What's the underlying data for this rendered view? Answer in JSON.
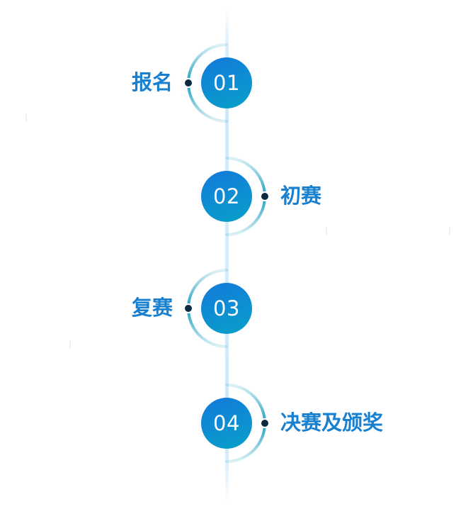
{
  "steps": [
    {
      "number": "01",
      "label": "报名"
    },
    {
      "number": "02",
      "label": "初赛"
    },
    {
      "number": "03",
      "label": "复赛"
    },
    {
      "number": "04",
      "label": "决赛及颁奖"
    }
  ],
  "colors": {
    "label": "#1980d0",
    "circle_top": "#1479d8",
    "circle_bottom": "#08a1c7",
    "arc": "#1a9fc0",
    "dot": "#0b2a44",
    "axis": "#cfe7f8"
  }
}
